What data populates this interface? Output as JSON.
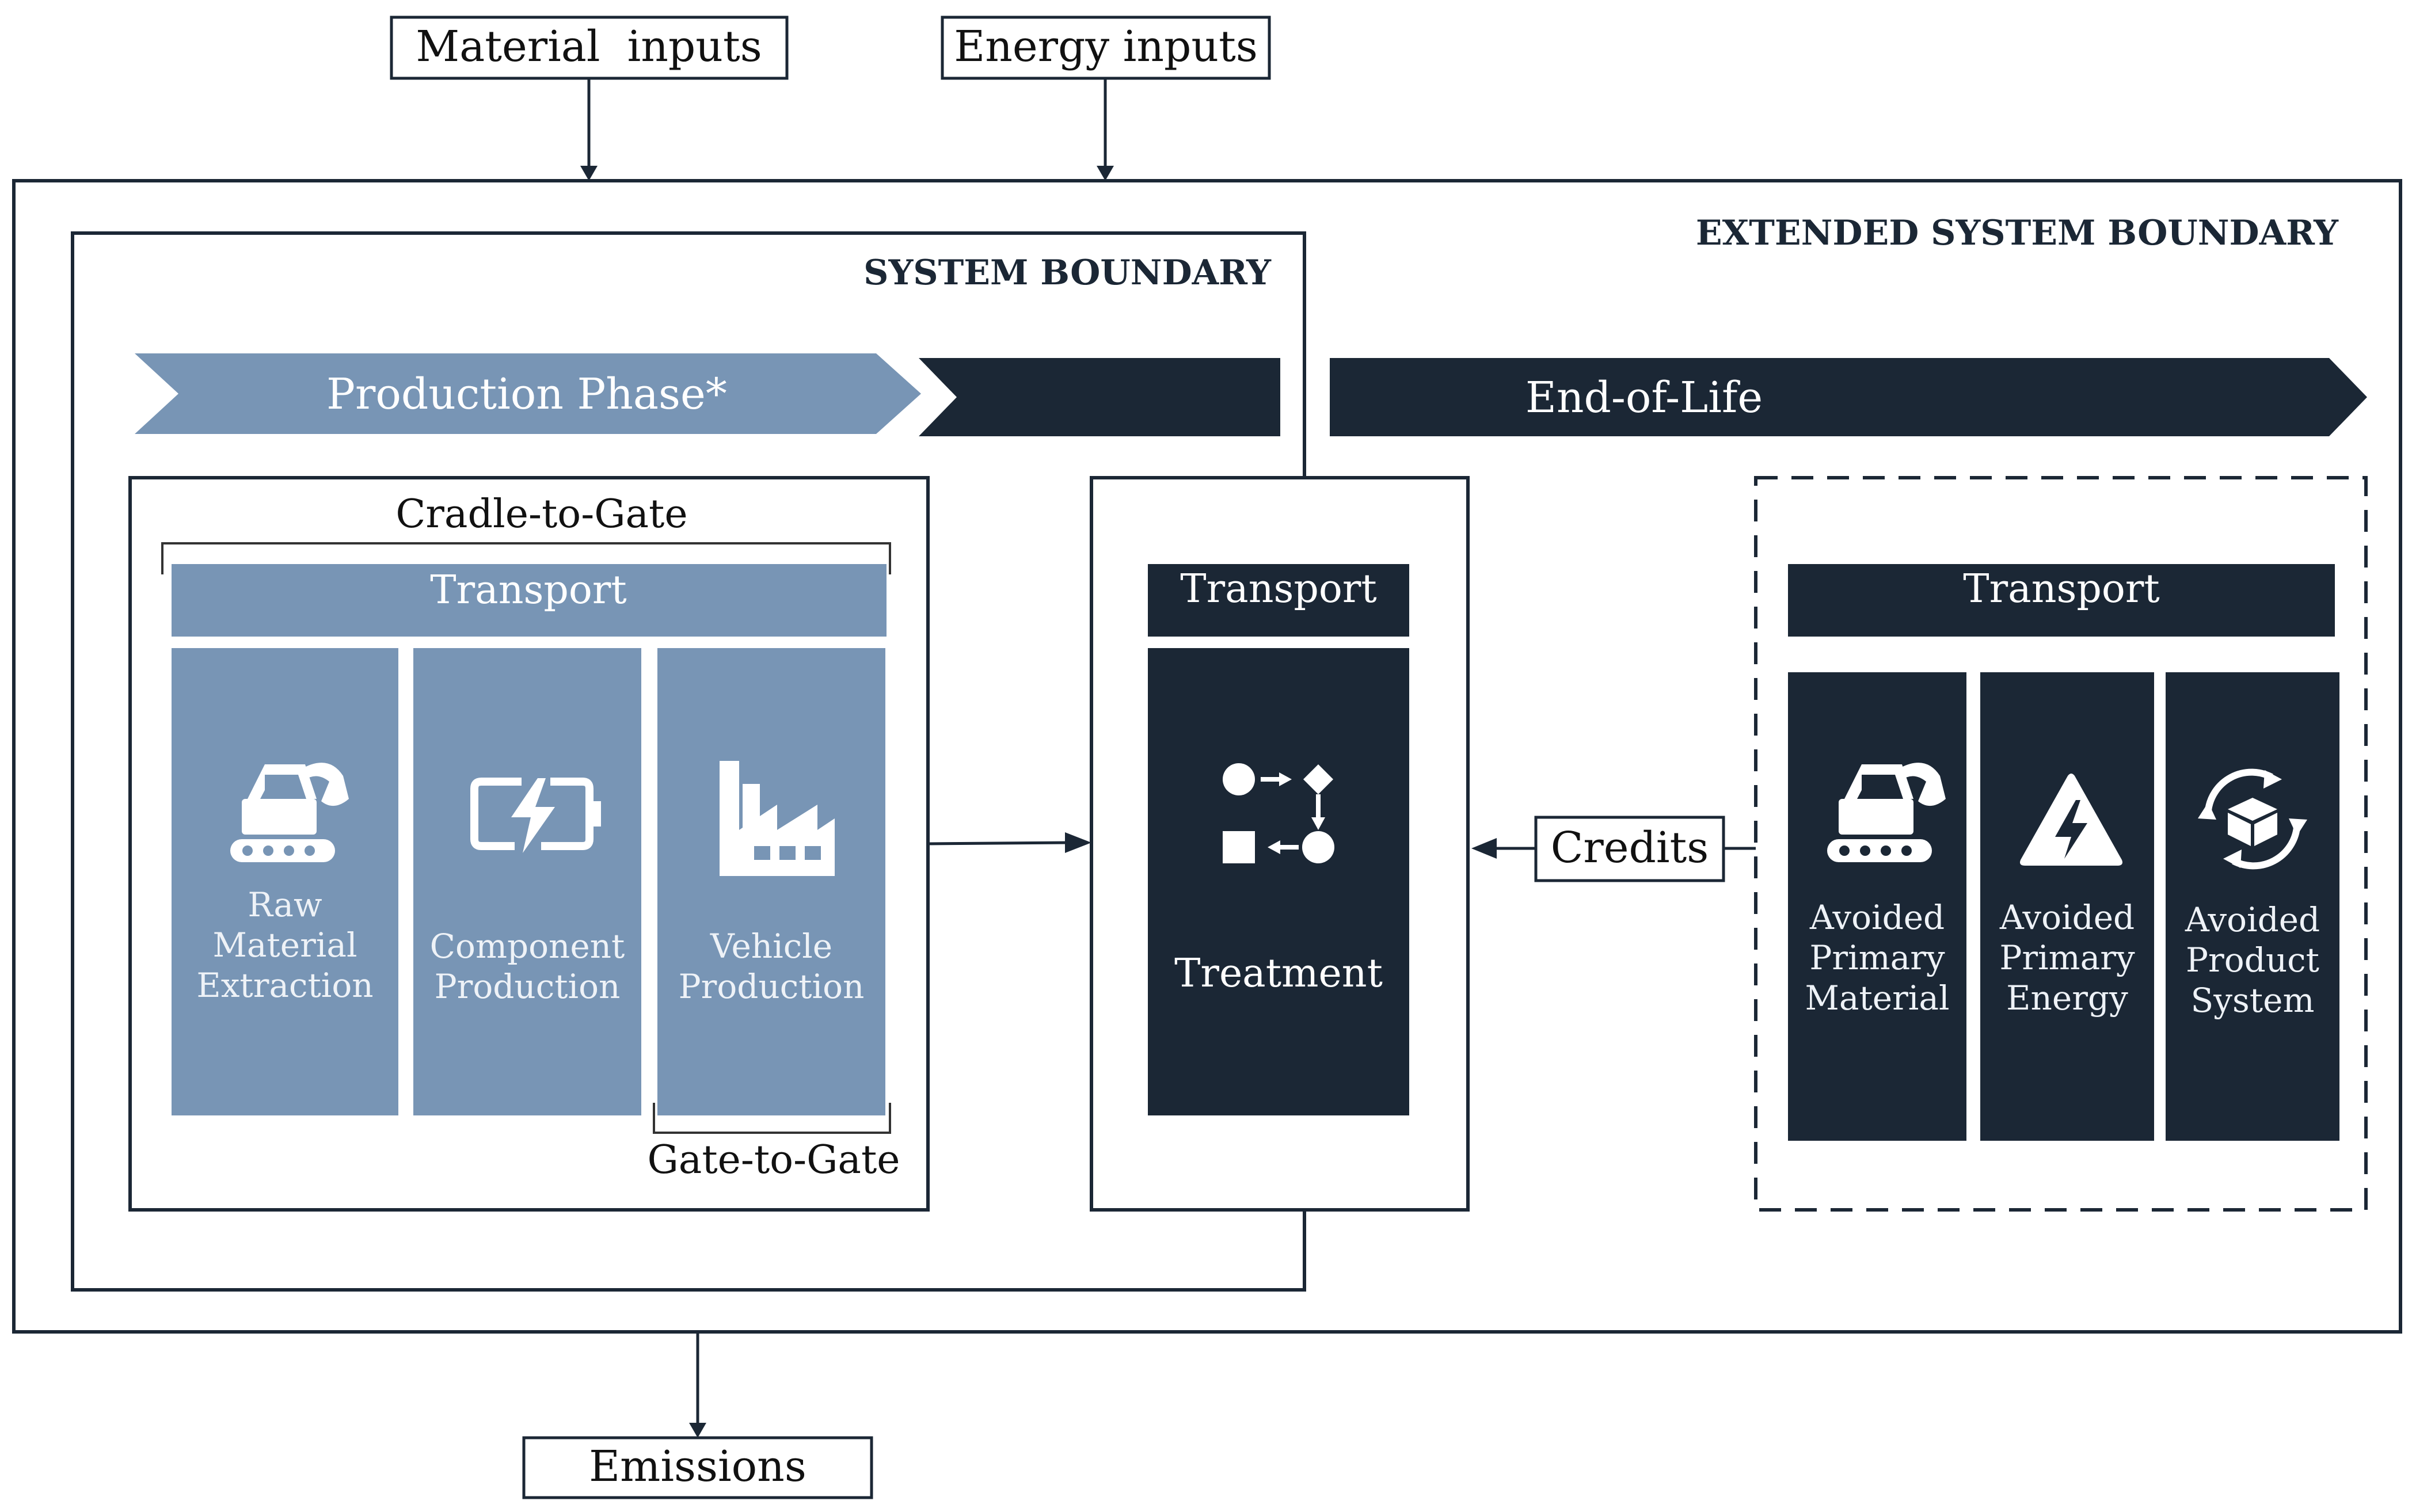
{
  "inputs": {
    "material": "Material  inputs",
    "energy": "Energy inputs"
  },
  "outputs": {
    "emissions": "Emissions"
  },
  "boundaries": {
    "extended": "EXTENDED SYSTEM BOUNDARY",
    "system": "SYSTEM BOUNDARY"
  },
  "phases": {
    "production": "Production Phase*",
    "end_of_life": "End-of-Life"
  },
  "production": {
    "cradle_to_gate": "Cradle-to-Gate",
    "gate_to_gate": "Gate-to-Gate",
    "transport": "Transport",
    "stages": [
      {
        "label": [
          "Raw",
          "Material",
          "Extraction"
        ],
        "icon": "excavator-icon"
      },
      {
        "label": [
          "Component",
          "Production"
        ],
        "icon": "battery-icon"
      },
      {
        "label": [
          "Vehicle",
          "Production"
        ],
        "icon": "factory-icon"
      }
    ]
  },
  "treatment": {
    "transport": "Transport",
    "label": "Treatment",
    "icon": "process-flow-icon"
  },
  "credits": {
    "label": "Credits"
  },
  "avoided": {
    "transport": "Transport",
    "items": [
      {
        "label": [
          "Avoided",
          "Primary",
          "Material"
        ],
        "icon": "excavator-icon"
      },
      {
        "label": [
          "Avoided",
          "Primary",
          "Energy"
        ],
        "icon": "high-voltage-icon"
      },
      {
        "label": [
          "Avoided",
          "Product",
          "System"
        ],
        "icon": "recycle-box-icon"
      }
    ]
  },
  "colors": {
    "dark": "#1b2735",
    "light": "#7895b5",
    "line": "#1b2735",
    "white": "#ffffff"
  }
}
